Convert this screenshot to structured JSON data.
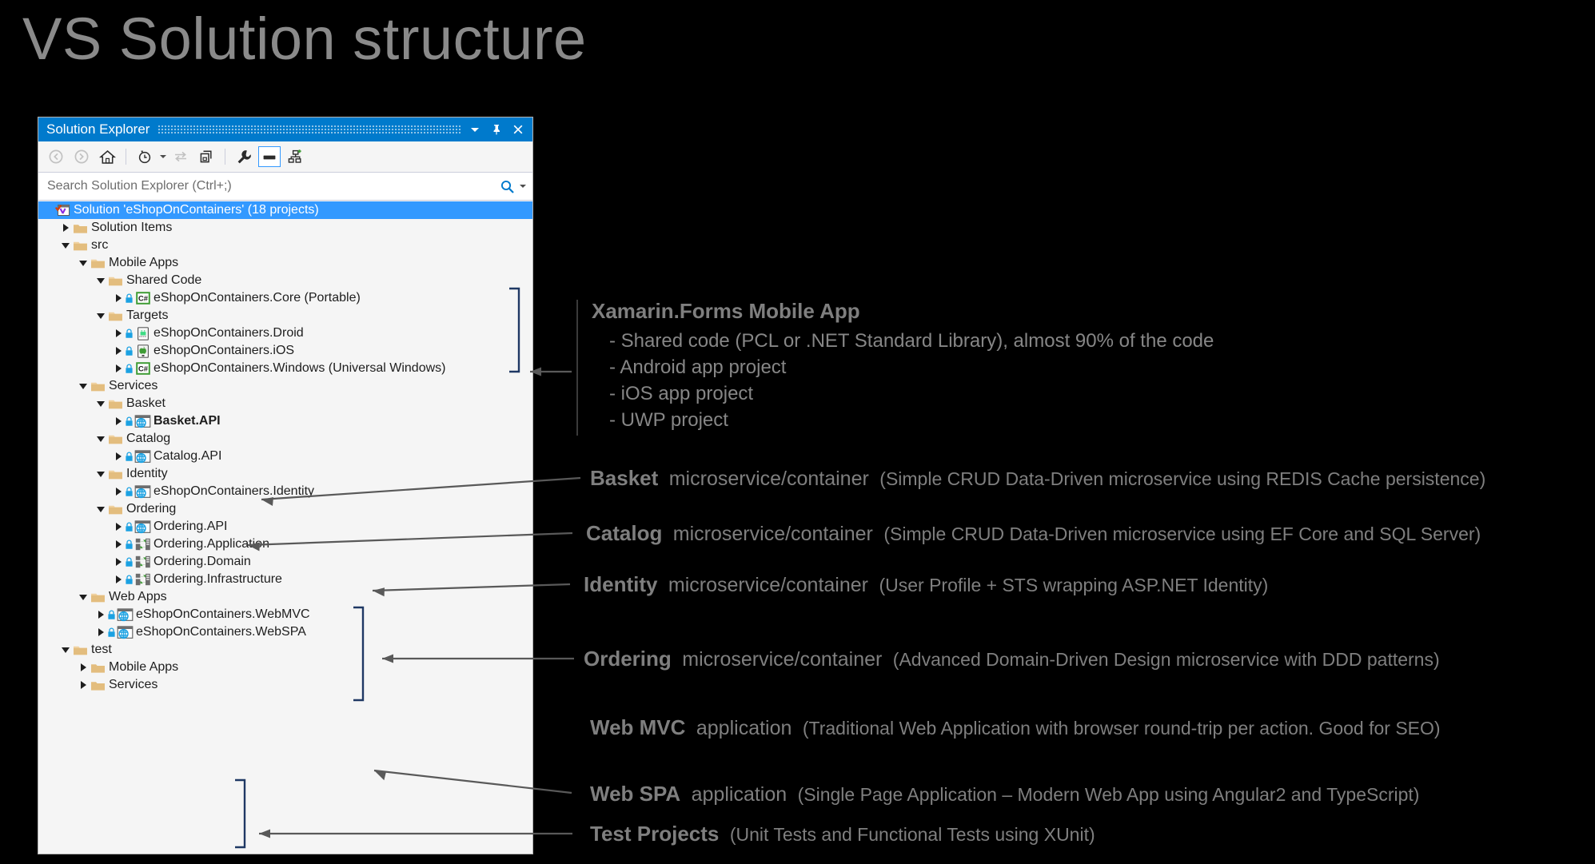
{
  "slide": {
    "title": "VS Solution structure"
  },
  "solution_explorer": {
    "window_title": "Solution Explorer",
    "titlebar_buttons": [
      {
        "name": "chevron-down-icon",
        "label": "▼"
      },
      {
        "name": "pin-icon",
        "label": "Pin"
      },
      {
        "name": "close-icon",
        "label": "✕"
      }
    ],
    "toolbar": [
      {
        "name": "back-button",
        "label": "Back"
      },
      {
        "name": "forward-button",
        "label": "Forward"
      },
      {
        "name": "home-button",
        "label": "Home"
      },
      {
        "name": "pending-changes-button",
        "label": "Pending Changes"
      },
      {
        "name": "sync-with-active-document-button",
        "label": "Sync with Active Document"
      },
      {
        "name": "show-all-files-button",
        "label": "Show All Files"
      },
      {
        "name": "properties-button",
        "label": "Properties"
      },
      {
        "name": "preview-selected-items-button",
        "label": "Preview Selected Items"
      },
      {
        "name": "view-class-diagram-button",
        "label": "View Class Diagram"
      }
    ],
    "search": {
      "placeholder": "Search Solution Explorer (Ctrl+;)",
      "value": "",
      "icon": "search-icon"
    },
    "tree": [
      {
        "depth": 0,
        "state": "none",
        "icon": "solution",
        "lock": false,
        "bold": false,
        "selected": true,
        "label": "Solution 'eShopOnContainers' (18 projects)"
      },
      {
        "depth": 1,
        "state": "closed",
        "icon": "folder-closed",
        "lock": false,
        "bold": false,
        "selected": false,
        "label": "Solution Items"
      },
      {
        "depth": 1,
        "state": "open",
        "icon": "folder-open",
        "lock": false,
        "bold": false,
        "selected": false,
        "label": "src"
      },
      {
        "depth": 2,
        "state": "open",
        "icon": "folder-open",
        "lock": false,
        "bold": false,
        "selected": false,
        "label": "Mobile Apps"
      },
      {
        "depth": 3,
        "state": "open",
        "icon": "folder-open",
        "lock": false,
        "bold": false,
        "selected": false,
        "label": "Shared Code"
      },
      {
        "depth": 4,
        "state": "closed",
        "icon": "csharp",
        "lock": true,
        "bold": false,
        "selected": false,
        "label": "eShopOnContainers.Core (Portable)"
      },
      {
        "depth": 3,
        "state": "open",
        "icon": "folder-open",
        "lock": false,
        "bold": false,
        "selected": false,
        "label": "Targets"
      },
      {
        "depth": 4,
        "state": "closed",
        "icon": "android",
        "lock": true,
        "bold": false,
        "selected": false,
        "label": "eShopOnContainers.Droid"
      },
      {
        "depth": 4,
        "state": "closed",
        "icon": "ios",
        "lock": true,
        "bold": false,
        "selected": false,
        "label": "eShopOnContainers.iOS"
      },
      {
        "depth": 4,
        "state": "closed",
        "icon": "csharp",
        "lock": true,
        "bold": false,
        "selected": false,
        "label": "eShopOnContainers.Windows (Universal Windows)"
      },
      {
        "depth": 2,
        "state": "open",
        "icon": "folder-open",
        "lock": false,
        "bold": false,
        "selected": false,
        "label": "Services"
      },
      {
        "depth": 3,
        "state": "open",
        "icon": "folder-open",
        "lock": false,
        "bold": false,
        "selected": false,
        "label": "Basket"
      },
      {
        "depth": 4,
        "state": "closed",
        "icon": "web",
        "lock": true,
        "bold": true,
        "selected": false,
        "label": "Basket.API"
      },
      {
        "depth": 3,
        "state": "open",
        "icon": "folder-open",
        "lock": false,
        "bold": false,
        "selected": false,
        "label": "Catalog"
      },
      {
        "depth": 4,
        "state": "closed",
        "icon": "web",
        "lock": true,
        "bold": false,
        "selected": false,
        "label": "Catalog.API"
      },
      {
        "depth": 3,
        "state": "open",
        "icon": "folder-open",
        "lock": false,
        "bold": false,
        "selected": false,
        "label": "Identity"
      },
      {
        "depth": 4,
        "state": "closed",
        "icon": "web",
        "lock": true,
        "bold": false,
        "selected": false,
        "label": "eShopOnContainers.Identity"
      },
      {
        "depth": 3,
        "state": "open",
        "icon": "folder-open",
        "lock": false,
        "bold": false,
        "selected": false,
        "label": "Ordering"
      },
      {
        "depth": 4,
        "state": "closed",
        "icon": "web",
        "lock": true,
        "bold": false,
        "selected": false,
        "label": "Ordering.API"
      },
      {
        "depth": 4,
        "state": "closed",
        "icon": "library",
        "lock": true,
        "bold": false,
        "selected": false,
        "label": "Ordering.Application"
      },
      {
        "depth": 4,
        "state": "closed",
        "icon": "library",
        "lock": true,
        "bold": false,
        "selected": false,
        "label": "Ordering.Domain"
      },
      {
        "depth": 4,
        "state": "closed",
        "icon": "library",
        "lock": true,
        "bold": false,
        "selected": false,
        "label": "Ordering.Infrastructure"
      },
      {
        "depth": 2,
        "state": "open",
        "icon": "folder-open",
        "lock": false,
        "bold": false,
        "selected": false,
        "label": "Web Apps"
      },
      {
        "depth": 3,
        "state": "closed",
        "icon": "web",
        "lock": true,
        "bold": false,
        "selected": false,
        "label": "eShopOnContainers.WebMVC"
      },
      {
        "depth": 3,
        "state": "closed",
        "icon": "web",
        "lock": true,
        "bold": false,
        "selected": false,
        "label": "eShopOnContainers.WebSPA"
      },
      {
        "depth": 1,
        "state": "open",
        "icon": "folder-open",
        "lock": false,
        "bold": false,
        "selected": false,
        "label": "test"
      },
      {
        "depth": 2,
        "state": "closed",
        "icon": "folder-closed",
        "lock": false,
        "bold": false,
        "selected": false,
        "label": "Mobile Apps"
      },
      {
        "depth": 2,
        "state": "closed",
        "icon": "folder-closed",
        "lock": false,
        "bold": false,
        "selected": false,
        "label": "Services"
      }
    ]
  },
  "annotations": {
    "xamarin": {
      "title": "Xamarin.Forms Mobile App",
      "bullets": [
        "- Shared code (PCL or .NET Standard Library), almost 90% of the code",
        "- Android app project",
        "- iOS app project",
        "- UWP project"
      ]
    },
    "basket": {
      "strong": "Basket",
      "rest": "microservice/container",
      "paren": "(Simple CRUD Data-Driven microservice using REDIS Cache persistence)"
    },
    "catalog": {
      "strong": "Catalog",
      "rest": "microservice/container",
      "paren": "(Simple CRUD Data-Driven microservice using EF Core and SQL Server)"
    },
    "identity": {
      "strong": "Identity",
      "rest": "microservice/container",
      "paren": "(User Profile + STS wrapping ASP.NET Identity)"
    },
    "ordering": {
      "strong": "Ordering",
      "rest": "microservice/container",
      "paren": "(Advanced Domain-Driven Design microservice with DDD patterns)"
    },
    "webmvc": {
      "strong": "Web MVC",
      "rest": "application",
      "paren": "(Traditional Web Application with browser round-trip per action. Good for SEO)"
    },
    "webspa": {
      "strong": "Web SPA",
      "rest": "application",
      "paren": "(Single Page Application – Modern Web App using Angular2 and TypeScript)"
    },
    "tests": {
      "strong": "Test Projects",
      "rest": "",
      "paren": "(Unit Tests and Functional Tests using XUnit)"
    }
  },
  "colors": {
    "accent_blue": "#007acc",
    "selection_blue": "#3399ff",
    "folder": "#e3bd7e",
    "annotation_gray": "#7f7f7f",
    "background": "#000000",
    "panel": "#f5f5f5"
  }
}
